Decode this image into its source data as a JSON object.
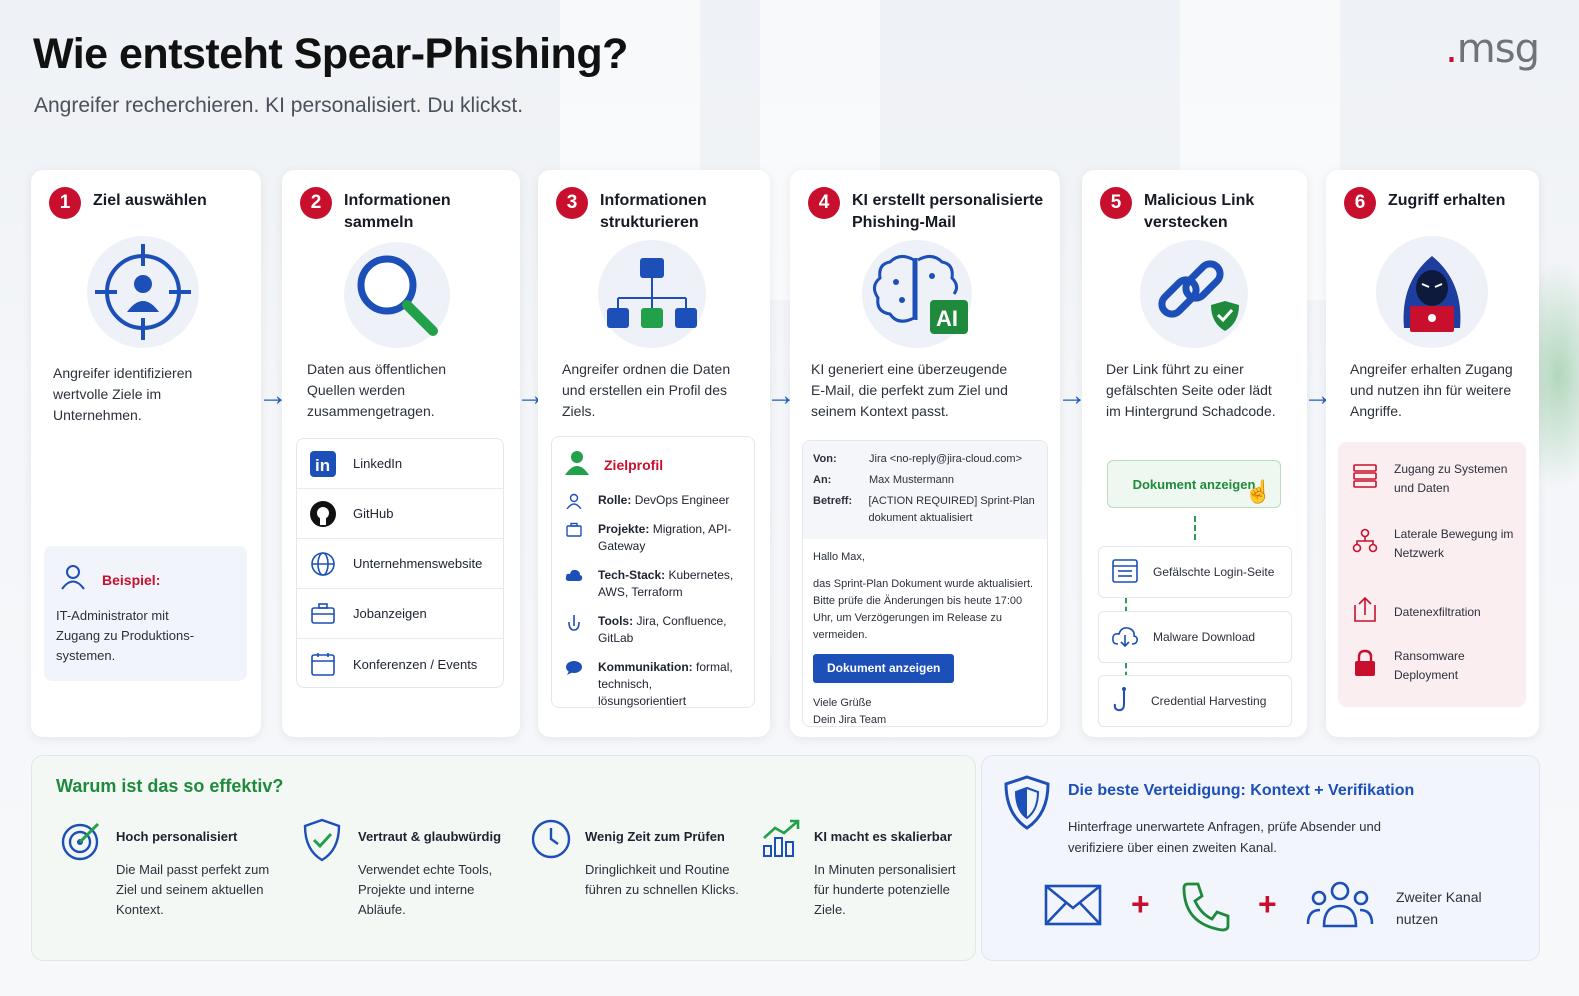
{
  "header": {
    "title": "Wie entsteht Spear-Phishing?",
    "subtitle": "Angreifer recherchieren. KI personalisiert. Du klickst.",
    "logo_dot": ".",
    "logo_text": "msg"
  },
  "colors": {
    "accent_red": "#c8102e",
    "accent_blue": "#1d4fb8",
    "accent_green": "#1f8a3c"
  },
  "steps": [
    {
      "num": "1",
      "title": "Ziel auswählen",
      "icon": "target-person-icon",
      "desc": "Angreifer identifizieren wertvolle Ziele im Unternehmen.",
      "example": {
        "label": "Beispiel:",
        "text": "IT-Administrator mit Zugang zu Produktions-systemen."
      }
    },
    {
      "num": "2",
      "title": "Informationen sammeln",
      "icon": "magnifier-icon",
      "desc": "Daten aus öffentlichen Quellen werden zusammengetragen.",
      "sources": [
        "LinkedIn",
        "GitHub",
        "Unternehmenswebsite",
        "Jobanzeigen",
        "Konferenzen / Events"
      ]
    },
    {
      "num": "3",
      "title": "Informationen strukturieren",
      "icon": "org-chart-icon",
      "desc": "Angreifer ordnen die Daten und erstellen ein Profil des Ziels.",
      "profile": {
        "title": "Zielprofil",
        "rows": [
          {
            "key": "Rolle:",
            "value": "DevOps Engineer"
          },
          {
            "key": "Projekte:",
            "value": "Migration, API-Gateway"
          },
          {
            "key": "Tech-Stack:",
            "value": "Kubernetes, AWS, Terraform"
          },
          {
            "key": "Tools:",
            "value": "Jira, Confluence, GitLab"
          },
          {
            "key": "Kommunikation:",
            "value": "formal, technisch, lösungsorientiert"
          }
        ]
      }
    },
    {
      "num": "4",
      "title": "KI erstellt personalisierte Phishing-Mail",
      "icon": "ai-brain-icon",
      "badge": "AI",
      "desc": "KI generiert eine überzeugende E-Mail, die perfekt zum Ziel und seinem Kontext passt.",
      "mail": {
        "from_key": "Von:",
        "from": "Jira <no-reply@jira-cloud.com>",
        "to_key": "An:",
        "to": "Max Mustermann",
        "subject_key": "Betreff:",
        "subject": "[ACTION REQUIRED] Sprint-Plan dokument aktualisiert",
        "greeting": "Hallo Max,",
        "body": "das Sprint-Plan Dokument wurde aktualisiert. Bitte prüfe die Änderungen bis heute 17:00 Uhr, um Verzögerungen im Release zu vermeiden.",
        "button": "Dokument anzeigen",
        "closing1": "Viele Grüße",
        "closing2": "Dein Jira Team"
      }
    },
    {
      "num": "5",
      "title": "Malicious Link verstecken",
      "icon": "link-shield-icon",
      "desc": "Der Link führt zu einer gefälschten Seite oder lädt im Hintergrund Schadcode.",
      "button": "Dokument anzeigen",
      "targets": [
        "Gefälschte Login-Seite",
        "Malware Download",
        "Credential Harvesting"
      ]
    },
    {
      "num": "6",
      "title": "Zugriff erhalten",
      "icon": "hacker-icon",
      "desc": "Angreifer erhalten Zugang und nutzen ihn für weitere Angriffe.",
      "outcomes": [
        "Zugang zu Systemen und Daten",
        "Laterale Bewegung im Netzwerk",
        "Datenexfiltration",
        "Ransomware Deployment"
      ]
    }
  ],
  "why": {
    "title": "Warum ist das so effektiv?",
    "items": [
      {
        "title": "Hoch personalisiert",
        "text": "Die Mail passt perfekt zum Ziel und seinem aktuellen Kontext."
      },
      {
        "title": "Vertraut & glaubwürdig",
        "text": "Verwendet echte Tools, Projekte und interne Abläufe."
      },
      {
        "title": "Wenig Zeit zum Prüfen",
        "text": "Dringlichkeit und Routine führen zu schnellen Klicks."
      },
      {
        "title": "KI macht es skalierbar",
        "text": "In Minuten personalisiert für hunderte potenzielle Ziele."
      }
    ]
  },
  "defense": {
    "title": "Die beste Verteidigung: Kontext + Verifikation",
    "text": "Hinterfrage unerwartete Anfragen, prüfe Absender und verifiziere über einen zweiten Kanal.",
    "plus": "+",
    "label": "Zweiter Kanal nutzen"
  }
}
